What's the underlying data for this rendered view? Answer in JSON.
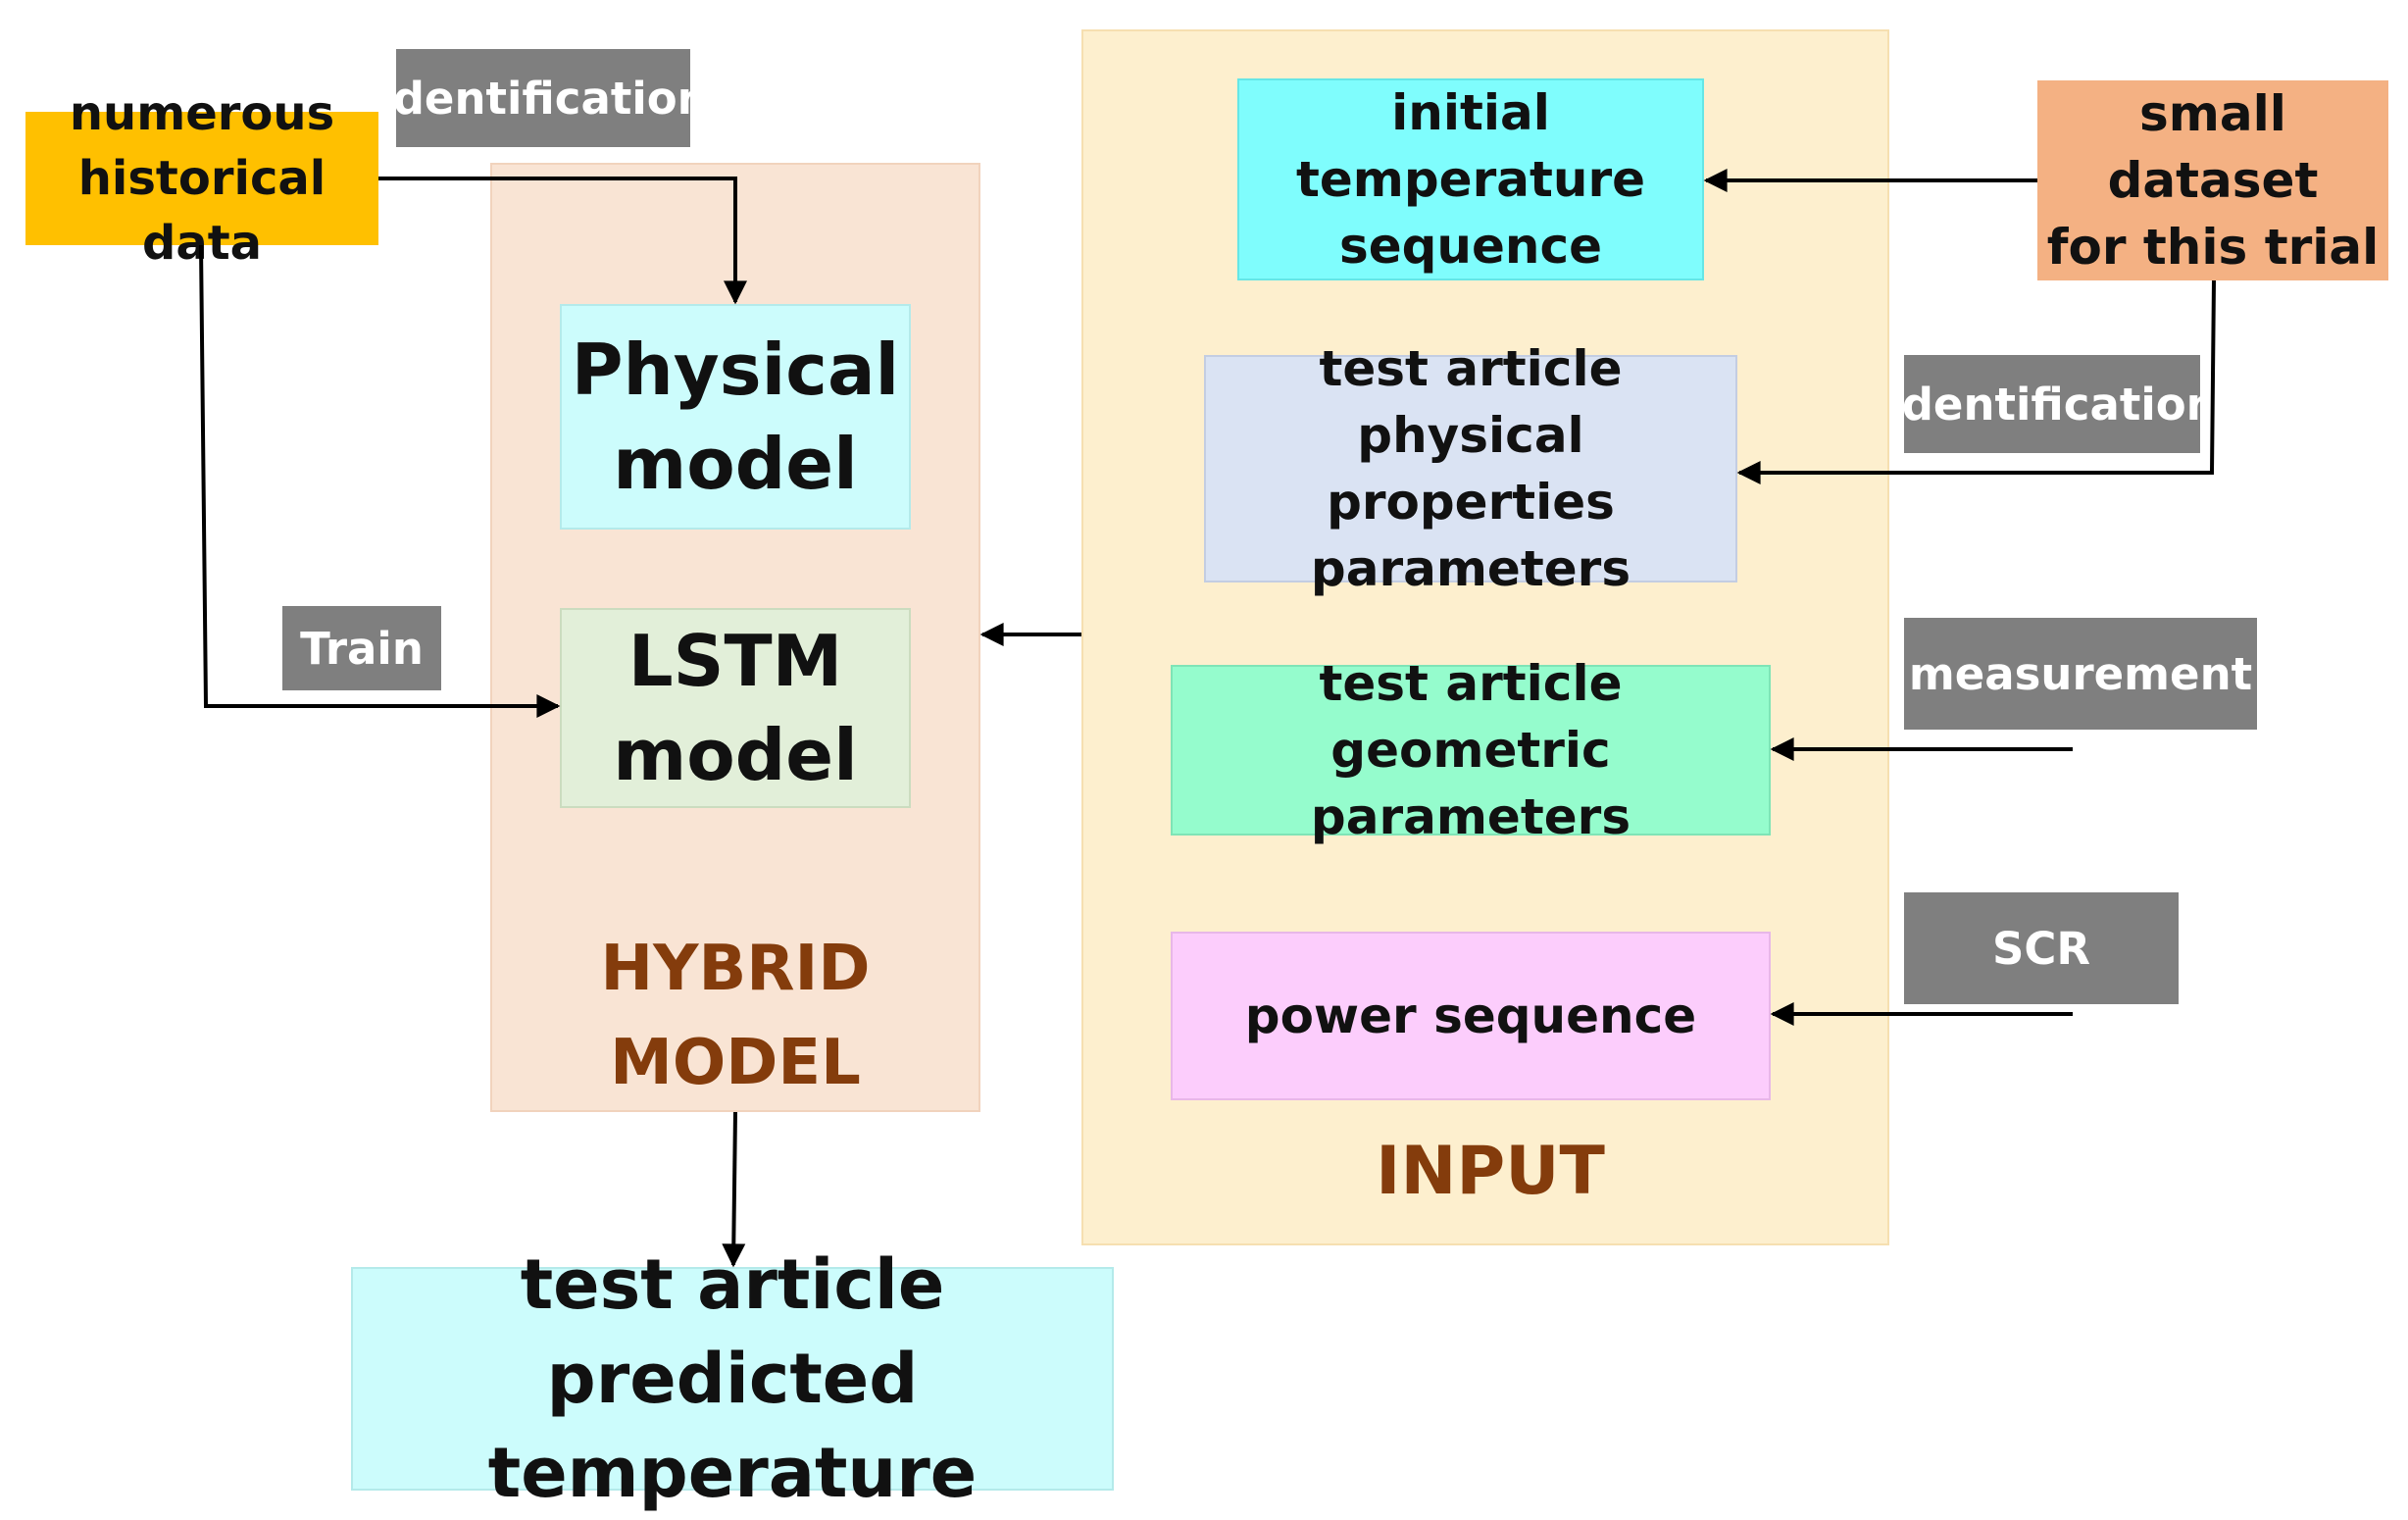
{
  "colors": {
    "hybrid_panel": "#f9e4d4",
    "input_panel": "#fdefce",
    "panel_label": "#843c0c",
    "tag": "#7f7f7f",
    "historical": "#ffc000",
    "small_dataset": "#f4b183",
    "physical_model": "#ccfcfc",
    "lstm_model": "#e2efd9",
    "initial_temperature": "#7ffdfd",
    "physical_properties": "#dae3f3",
    "geometric_parameters": "#95fccd",
    "power_sequence": "#fccdfc",
    "output": "#ccfcfc"
  },
  "hybrid": {
    "label_line1": "HYBRID",
    "label_line2": "MODEL",
    "physical": {
      "line1": "Physical",
      "line2": "model"
    },
    "lstm": {
      "line1": "LSTM",
      "line2": "model"
    }
  },
  "input": {
    "label": "INPUT",
    "initial_temperature": {
      "line1": "initial temperature",
      "line2": "sequence"
    },
    "physical_properties": {
      "line1": "test article",
      "line2": "physical properties",
      "line3": "parameters"
    },
    "geometric_parameters": {
      "line1": "test article",
      "line2": "geometric parameters"
    },
    "power_sequence": {
      "line1": "power sequence"
    }
  },
  "sources": {
    "historical": {
      "line1": "numerous",
      "line2": "historical data"
    },
    "small_dataset": {
      "line1": "small dataset",
      "line2": "for this trial"
    }
  },
  "tags": {
    "identification_top": "identification",
    "train": "Train",
    "identification_right": "identification",
    "measurement": "measurement",
    "scr": "SCR"
  },
  "output": {
    "line1": "test article",
    "line2": "predicted temperature"
  },
  "icons": {
    "arrowhead": "arrowhead-icon"
  }
}
